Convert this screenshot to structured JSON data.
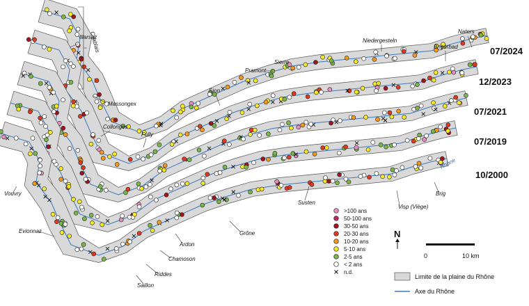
{
  "panels": [
    {
      "date": "07/2024"
    },
    {
      "date": "12/2023"
    },
    {
      "date": "07/2021"
    },
    {
      "date": "07/2019"
    },
    {
      "date": "10/2000"
    }
  ],
  "region_label": "Chablais",
  "places": [
    "Illarsaz",
    "Massongex",
    "Collonges",
    "Fully",
    "Sion",
    "Pramont",
    "Sierre",
    "Niedergesteln",
    "Brigerbad",
    "Naters",
    "Vouvry",
    "Evionnaz",
    "Ardon",
    "Chamoson",
    "Riddes",
    "Saillon",
    "Grône",
    "Susten",
    "Visp (Viège)",
    "Brig"
  ],
  "river_label": "Rhône",
  "legend": {
    "classes": [
      {
        "label": ">100 ans",
        "color": "#e68fc0",
        "symbol": "circle"
      },
      {
        "label": "50-100 ans",
        "color": "#c2266c",
        "symbol": "circle"
      },
      {
        "label": "30-50 ans",
        "color": "#a0141e",
        "symbol": "circle"
      },
      {
        "label": "20-30 ans",
        "color": "#e0391e",
        "symbol": "circle"
      },
      {
        "label": "10-20 ans",
        "color": "#f39a1e",
        "symbol": "circle"
      },
      {
        "label": "5-10 ans",
        "color": "#f4ea28",
        "symbol": "circle"
      },
      {
        "label": "2-5 ans",
        "color": "#7ab648",
        "symbol": "circle"
      },
      {
        "label": "< 2 ans",
        "color": "#ffffff",
        "symbol": "circle"
      },
      {
        "label": "n.d.",
        "color": "#111111",
        "symbol": "cross"
      }
    ],
    "plain_label": "Limite de la plaine du Rhône",
    "axis_label": "Axe du Rhône",
    "plain_color": "#d9d9d9",
    "axis_color": "#3a78c0"
  },
  "north_label": "N",
  "scale": {
    "start": "0",
    "end": "10 km"
  }
}
